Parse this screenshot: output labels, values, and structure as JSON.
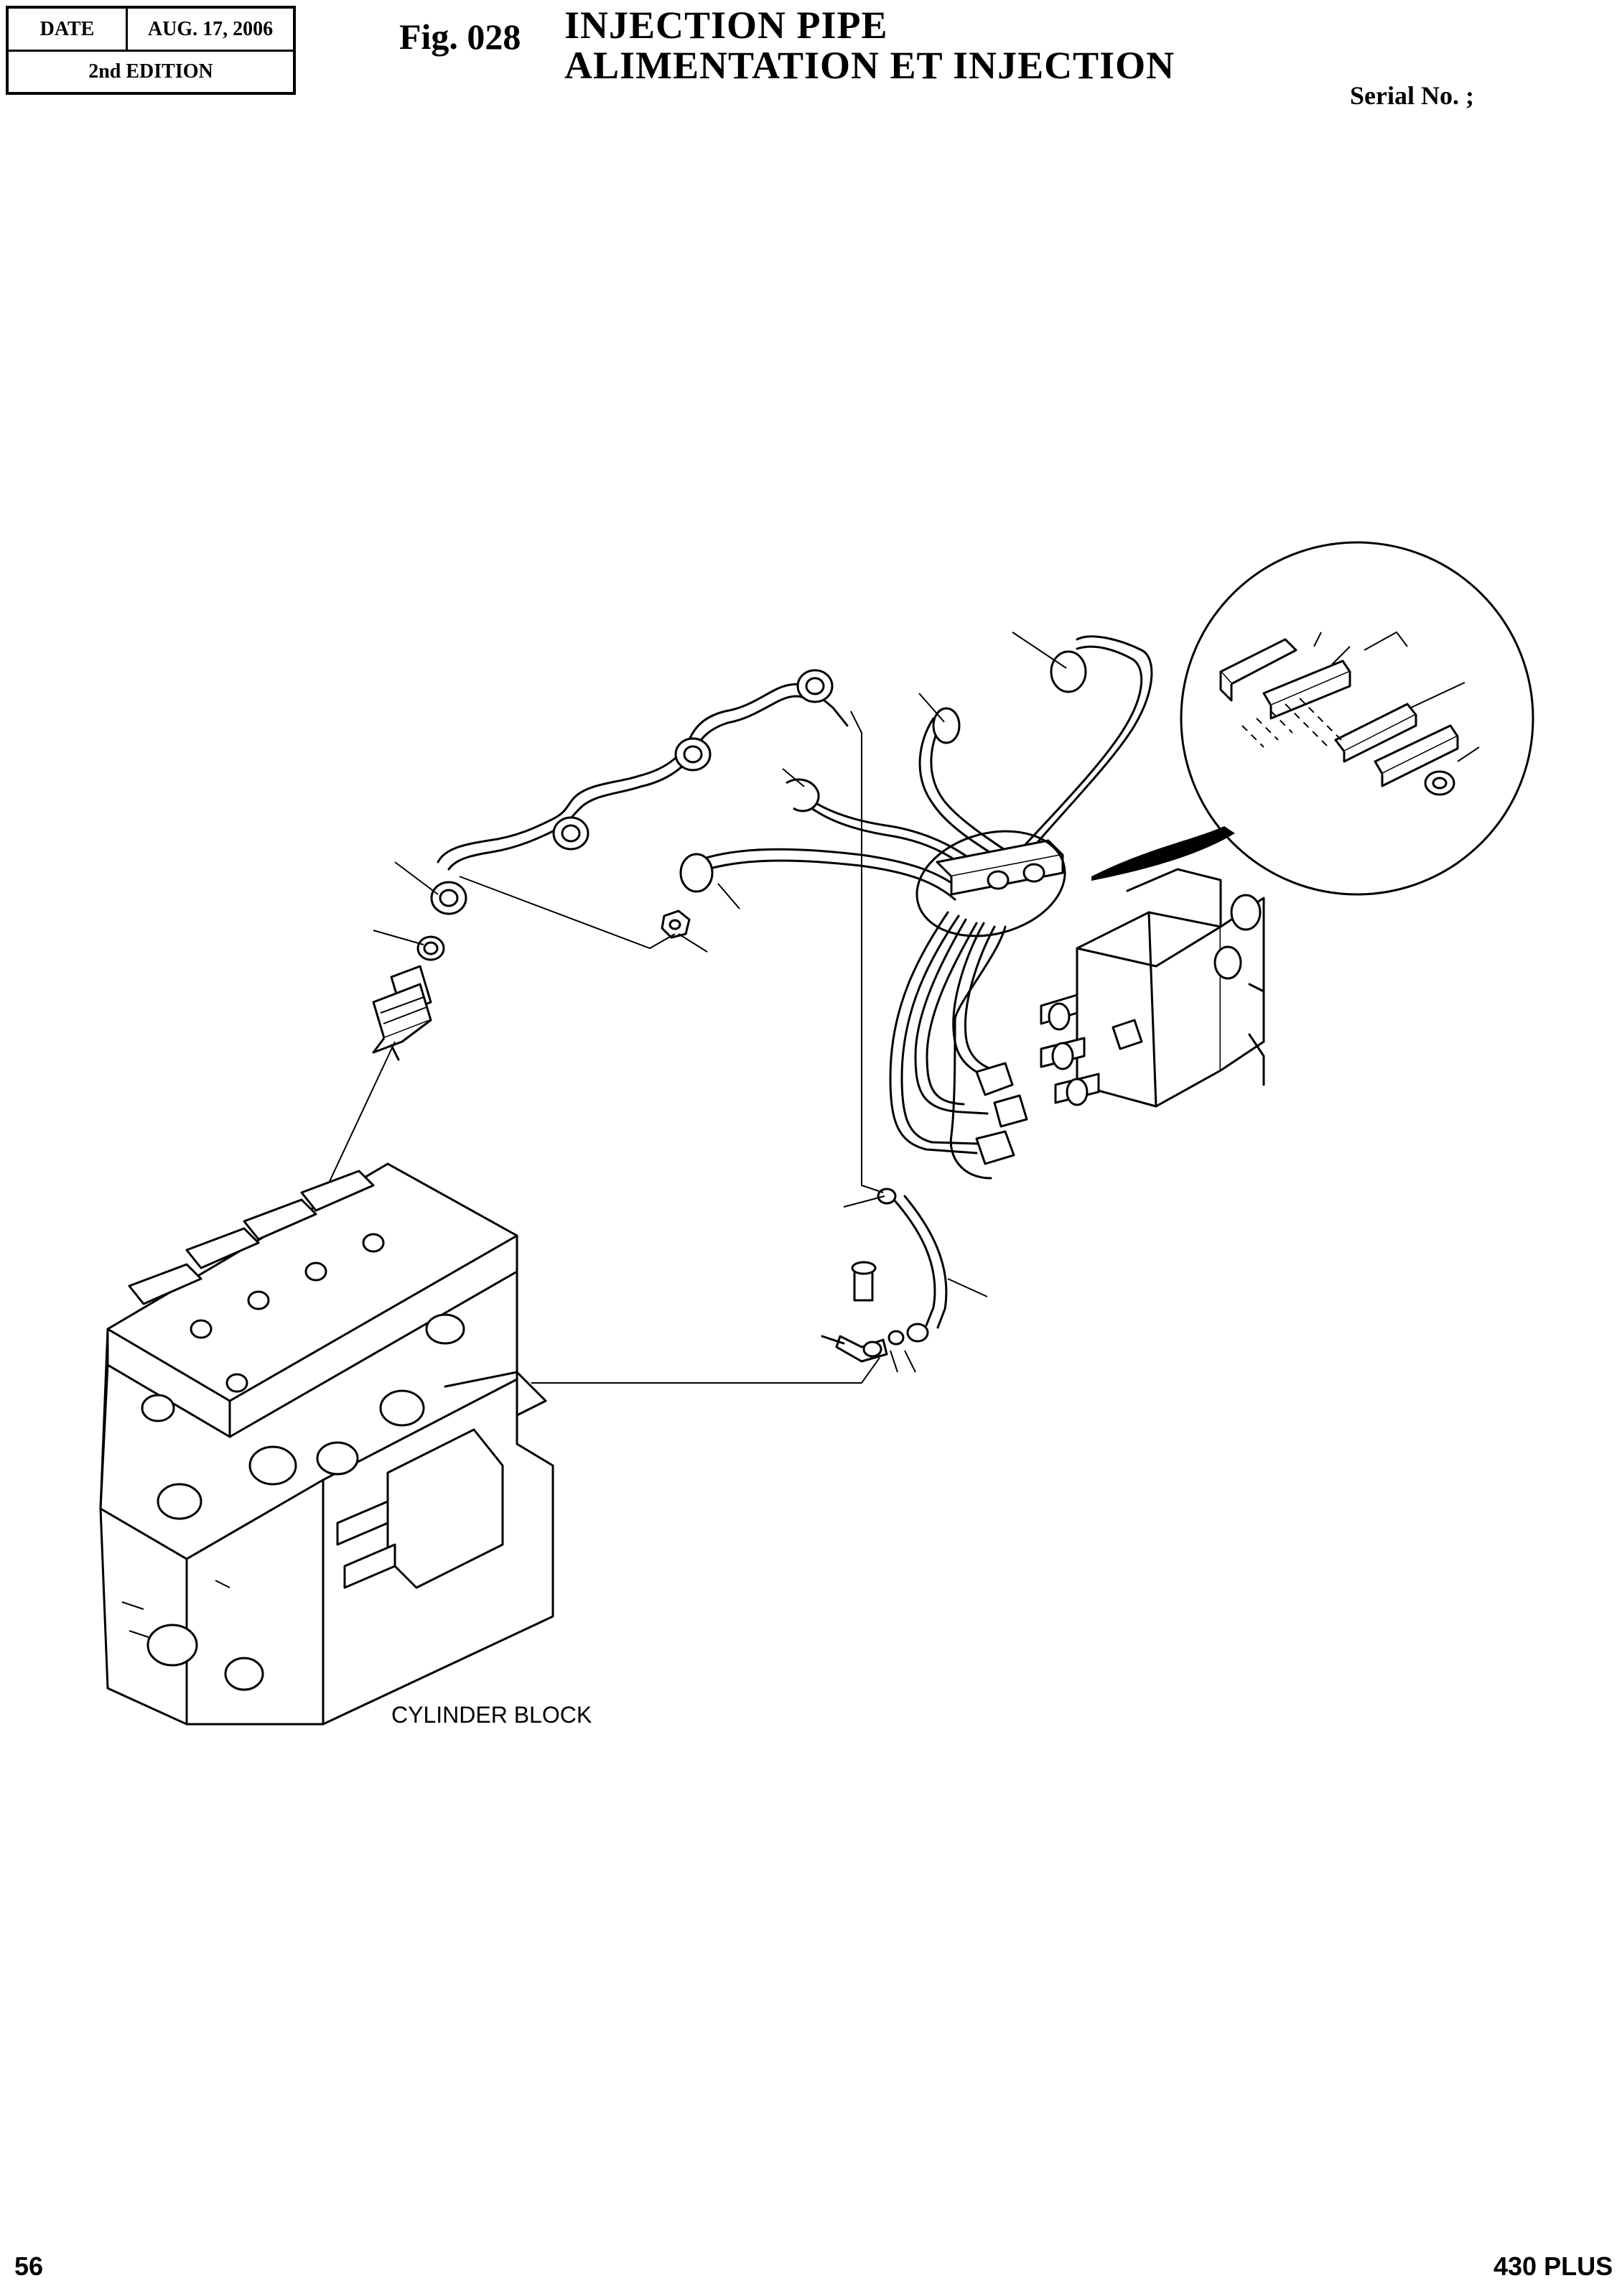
{
  "header": {
    "date_label": "DATE",
    "date_value": "AUG. 17, 2006",
    "edition": "2nd EDITION",
    "fig_label": "Fig. 028",
    "title_line1": "INJECTION  PIPE",
    "title_line2": "ALIMENTATION  ET  INJECTION",
    "serial": "Serial No. ;"
  },
  "diagram": {
    "cylinder_block_label": "CYLINDER BLOCK"
  },
  "footer": {
    "page_number": "56",
    "model": "430 PLUS"
  }
}
